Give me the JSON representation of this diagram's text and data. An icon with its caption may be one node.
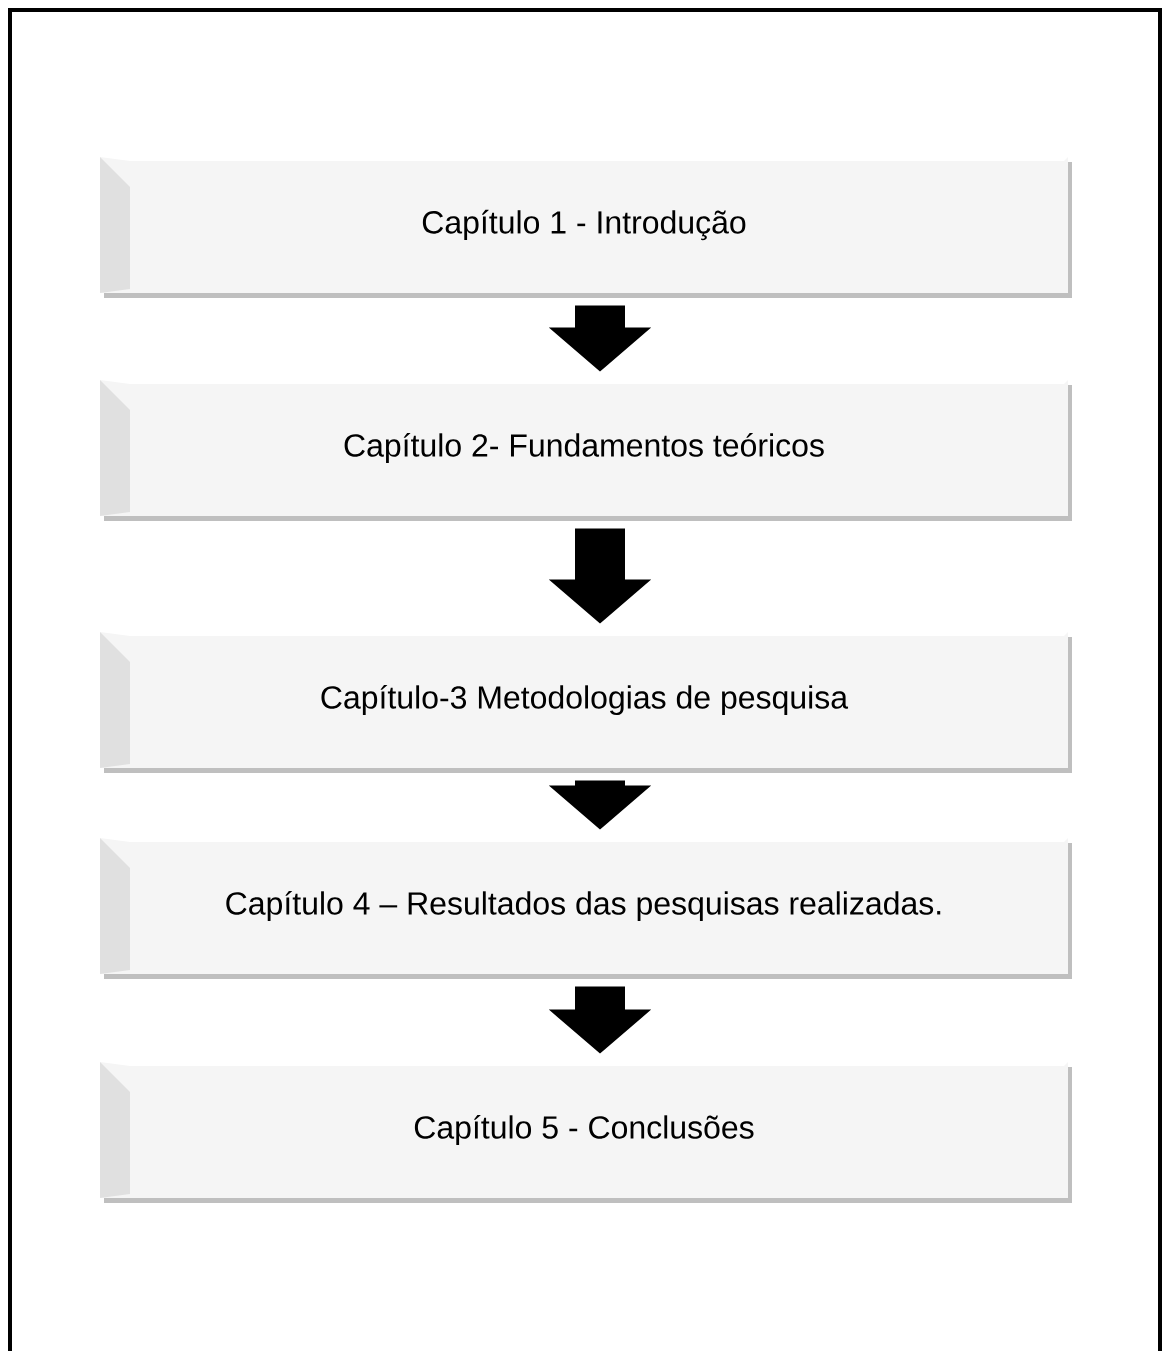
{
  "diagram": {
    "nodes": [
      {
        "text": [
          "Capítulo 1 - Introdução"
        ]
      },
      {
        "text": [
          "Capítulo 2- Fundamentos teóricos"
        ]
      },
      {
        "text": [
          "Capítulo-3 Metodologias de pesquisa"
        ]
      },
      {
        "text": [
          "Capítulo 4 – Resultados das pesquisas realizadas."
        ]
      },
      {
        "text": [
          "Capítulo 5 - Conclusões"
        ]
      }
    ],
    "edges": [
      {
        "from": 0,
        "to": 1,
        "arrow": "to"
      },
      {
        "from": 1,
        "to": 2,
        "arrow": "to"
      },
      {
        "from": 2,
        "to": 3,
        "arrow": "to"
      },
      {
        "from": 3,
        "to": 4,
        "arrow": "to"
      }
    ]
  }
}
